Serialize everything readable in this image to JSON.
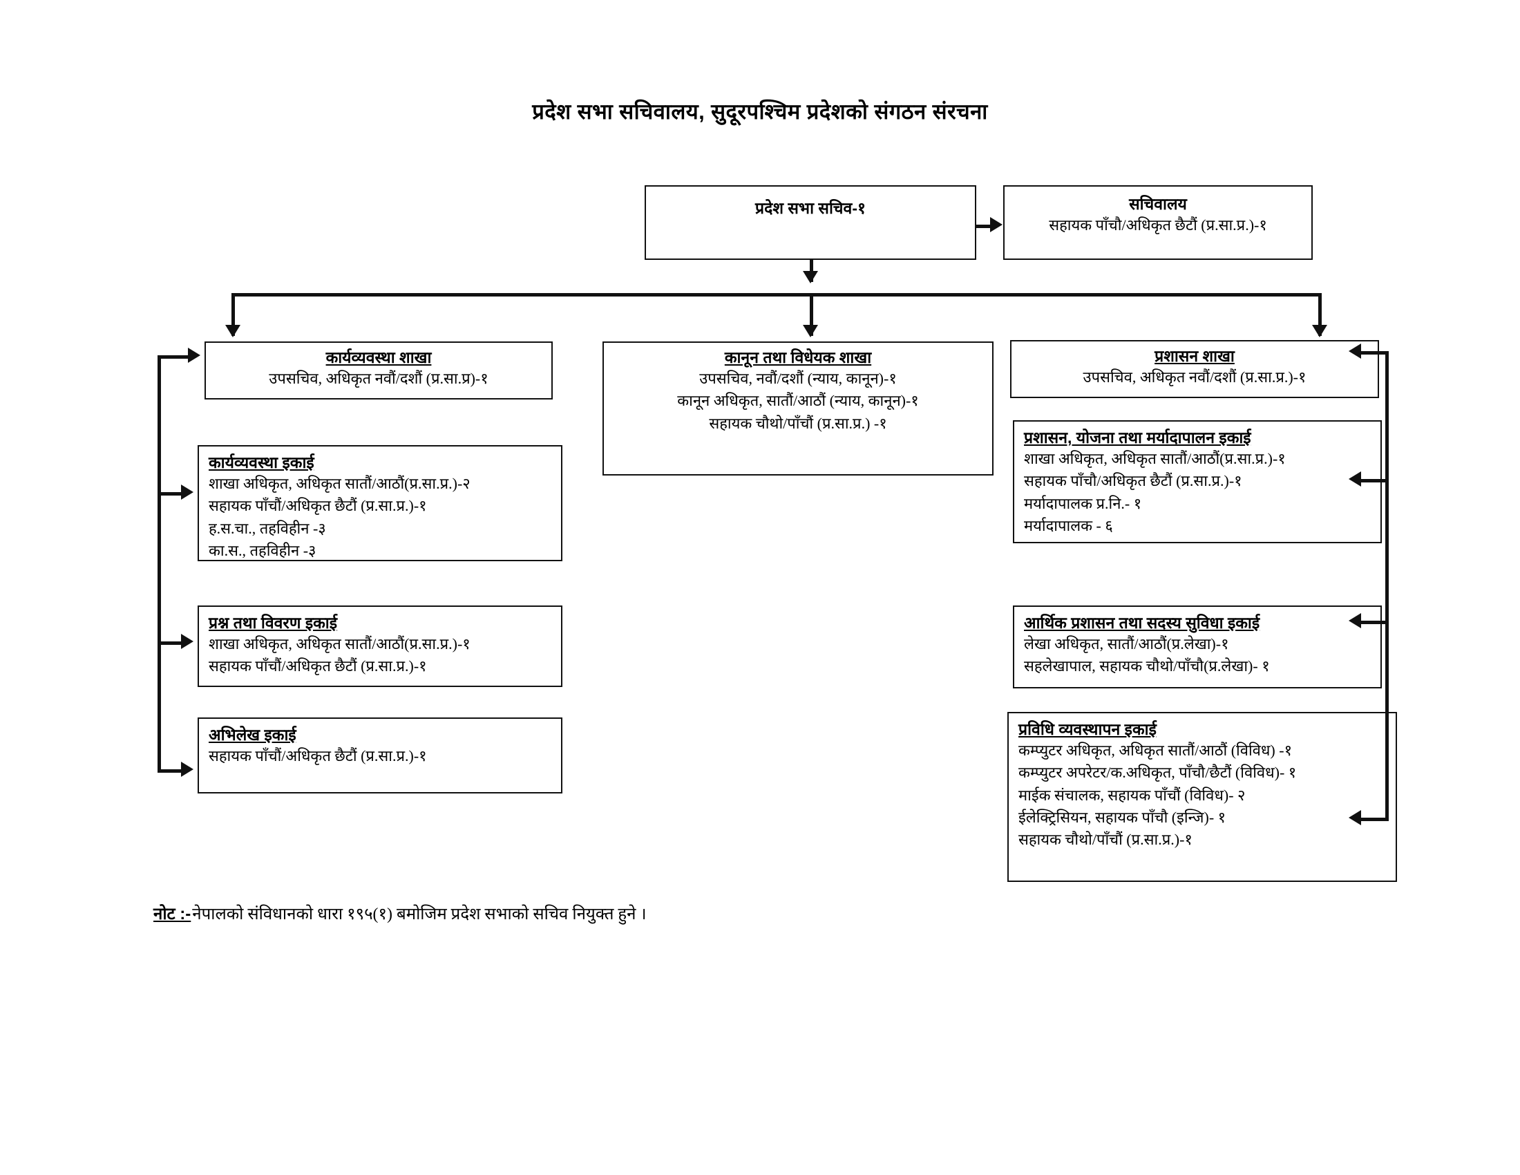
{
  "title": "प्रदेश सभा सचिवालय, सुदूरपश्चिम प्रदेशको संगठन संरचना",
  "nodes": {
    "secretary": {
      "head": "प्रदेश सभा सचिव-१",
      "lines": []
    },
    "secretariat": {
      "head": "सचिवालय",
      "lines": [
        "सहायक पाँचौ/अधिकृत छैटौं (प्र.सा.प्र.)-१"
      ]
    },
    "branch_karyabyabastha": {
      "head": "कार्यव्यवस्था शाखा",
      "lines": [
        "उपसचिव, अधिकृत नवौं/दशौं (प्र.सा.प्र)-१"
      ]
    },
    "branch_kanun": {
      "head": "कानून तथा विधेयक शाखा",
      "lines": [
        "उपसचिव, नवौं/दशौं (न्याय, कानून)-१",
        "कानून अधिकृत, सातौं/आठौं (न्याय, कानून)-१",
        "सहायक चौथो/पाँचौं (प्र.सा.प्र.) -१"
      ]
    },
    "branch_prashasan": {
      "head": "प्रशासन शाखा",
      "lines": [
        "उपसचिव, अधिकृत नवौं/दशौं (प्र.सा.प्र.)-१"
      ]
    },
    "unit_karyabyabastha": {
      "head": "कार्यव्यवस्था इकाई",
      "lines": [
        "शाखा अधिकृत, अधिकृत सातौं/आठौं(प्र.सा.प्र.)-२",
        "सहायक पाँचौं/अधिकृत छैटौं (प्र.सा.प्र.)-१",
        "ह.स.चा., तहविहीन -३",
        "का.स., तहविहीन -३"
      ]
    },
    "unit_prashna": {
      "head": "प्रश्न तथा विवरण इकाई",
      "lines": [
        "शाखा अधिकृत, अधिकृत सातौं/आठौं(प्र.सा.प्र.)-१",
        "सहायक पाँचौं/अधिकृत छैटौं (प्र.सा.प्र.)-१"
      ]
    },
    "unit_abhilekh": {
      "head": "अभिलेख इकाई",
      "lines": [
        "सहायक पाँचौं/अधिकृत छैटौं (प्र.सा.प्र.)-१"
      ]
    },
    "unit_prashasan_yojana": {
      "head": "प्रशासन, योजना तथा मर्यादापालन इकाई",
      "lines": [
        "शाखा अधिकृत, अधिकृत सातौं/आठौं(प्र.सा.प्र.)-१",
        "सहायक पाँचौ/अधिकृत छैटौं (प्र.सा.प्र.)-१",
        "मर्यादापालक प्र.नि.- १",
        "मर्यादापालक - ६"
      ]
    },
    "unit_arthik": {
      "head": "आर्थिक प्रशासन तथा सदस्य सुविधा इकाई",
      "lines": [
        "लेखा अधिकृत, सातौं/आठौं(प्र.लेखा)-१",
        "सहलेखापाल, सहायक चौथो/पाँचौ(प्र.लेखा)- १"
      ]
    },
    "unit_prabidhi": {
      "head": "प्रविधि व्यवस्थापन इकाई",
      "lines": [
        "कम्प्युटर अधिकृत, अधिकृत सातौं/आठौं (विविध) -१",
        "कम्प्युटर अपरेटर/क.अधिकृत, पाँचौ/छैटौं (विविध)- १",
        "माईक संचालक, सहायक पाँचौं (विविध)- २",
        "ईलेक्ट्रिसियन, सहायक पाँचौ (इन्जि)- १",
        "सहायक चौथो/पाँचौं (प्र.सा.प्र.)-१"
      ]
    }
  },
  "note": {
    "label": "नोट :-",
    "text": "नेपालको संविधानको धारा १९५(१) बमोजिम प्रदेश सभाको सचिव नियुक्त हुने ।"
  },
  "colors": {
    "ink": "#111111",
    "paper": "#ffffff"
  }
}
